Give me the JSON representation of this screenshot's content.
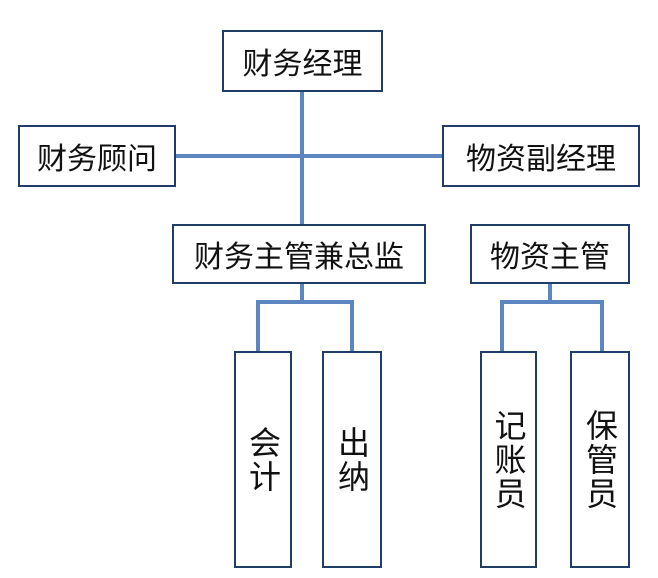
{
  "nodes": {
    "manager": "财务经理",
    "advisor": "财务顾问",
    "deputy": "物资副经理",
    "supervisor": "财务主管兼总监",
    "materials": "物资主管",
    "accountant": "会计",
    "cashier": "出纳",
    "bookkeeper": "记账员",
    "keeper": "保管员"
  },
  "colors": {
    "border": "#1f3d66",
    "line": "#5b86bf",
    "text": "#111111"
  }
}
